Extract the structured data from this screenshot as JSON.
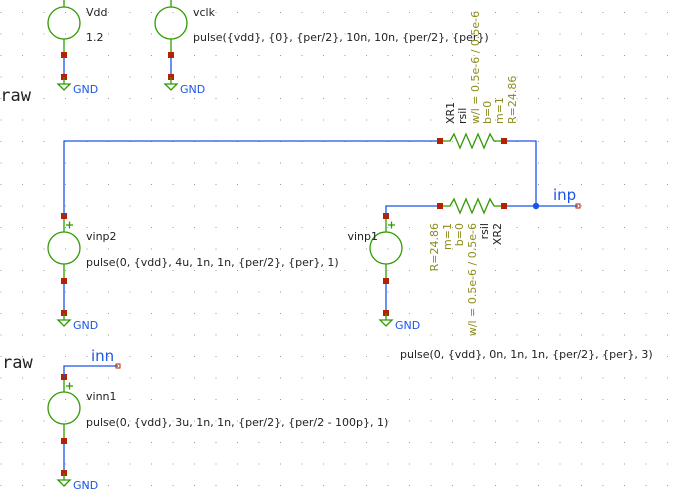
{
  "colors": {
    "wire": "#1a55e8",
    "symbol": "#2f9a00",
    "pin": "#b52200",
    "attr": "#8c8c1e"
  },
  "raw_labels": [
    ".raw",
    "raw"
  ],
  "sources": [
    {
      "name": "Vdd",
      "value": "1.2"
    },
    {
      "name": "vclk",
      "value": "pulse({vdd}, {0}, {per/2}, 10n, 10n, {per/2}, {per})"
    },
    {
      "name": "vinp2",
      "value": "pulse(0, {vdd}, 4u, 1n, 1n, {per/2}, {per}, 1)"
    },
    {
      "name": "vinp1",
      "value": "pulse(0, {vdd}, 0n, 1n, 1n, {per/2}, {per}, 3)"
    },
    {
      "name": "vinn1",
      "value": "pulse(0, {vdd}, 3u, 1n, 1n, {per/2}, {per/2 - 100p}, 1)"
    }
  ],
  "gnd_label": "GND",
  "pins": {
    "inp": "inp",
    "inn": "inn"
  },
  "resistors": [
    {
      "name": "XR1",
      "model": "rsil",
      "wl": "w/l = 0.5e-6 / 0.5e-6",
      "b": "b=0",
      "m": "m=1",
      "r": "R=24.86"
    },
    {
      "name": "XR2",
      "model": "rsil",
      "wl": "w/l = 0.5e-6 / 0.5e-6",
      "b": "b=0",
      "m": "m=1",
      "r": "R=24.86"
    }
  ]
}
